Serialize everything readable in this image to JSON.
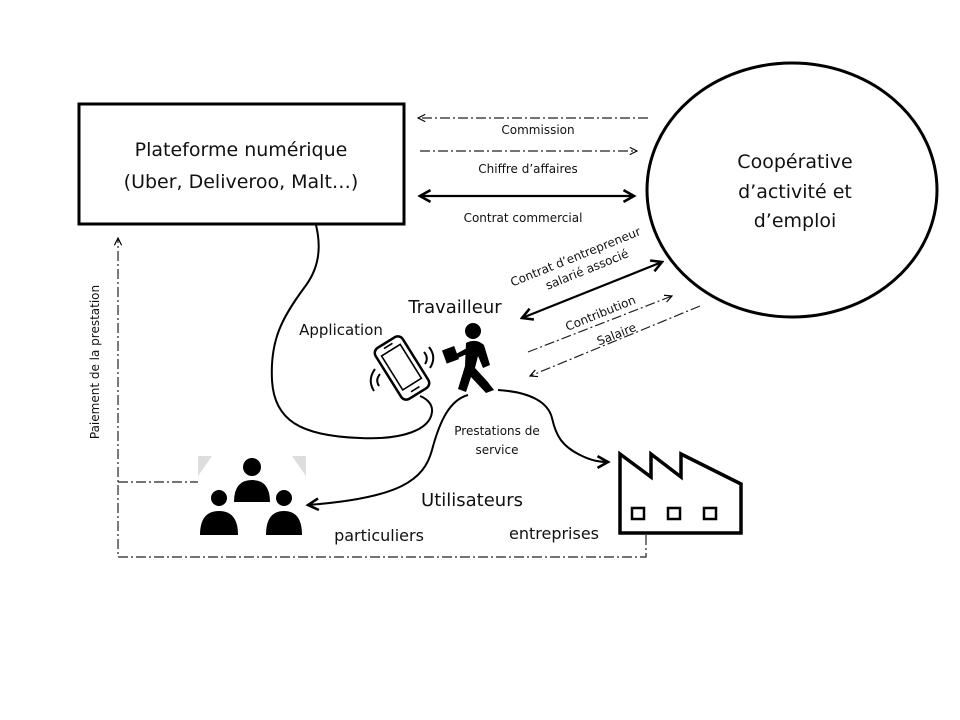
{
  "diagram": {
    "nodes": {
      "platform": {
        "title": "Plateforme numérique",
        "subtitle": "(Uber, Deliveroo, Malt…)"
      },
      "cooperative": {
        "line1": "Coopérative",
        "line2": "d’activité et",
        "line3": "d’emploi"
      },
      "worker": {
        "label": "Travailleur"
      },
      "users": {
        "label": "Utilisateurs"
      },
      "individuals": {
        "label": "particuliers"
      },
      "companies": {
        "label": "entreprises"
      }
    },
    "flows": {
      "commission": {
        "label": "Commission",
        "style": "dash-dot",
        "direction": "cooperative-to-platform"
      },
      "turnover": {
        "label": "Chiffre d’affaires",
        "style": "dash-dot",
        "direction": "platform-to-cooperative"
      },
      "commercial_contract": {
        "label": "Contrat commercial",
        "style": "solid",
        "direction": "bidirectional"
      },
      "entrepreneur_contract": {
        "line1": "Contrat d’entrepreneur",
        "line2": "salarié associé",
        "style": "solid",
        "direction": "bidirectional"
      },
      "contribution": {
        "label": "Contribution",
        "style": "dash-dot",
        "direction": "worker-to-cooperative"
      },
      "salary": {
        "label": "Salaire",
        "style": "dash-dot",
        "direction": "cooperative-to-worker"
      },
      "application": {
        "label": "Application",
        "style": "solid"
      },
      "services": {
        "line1": "Prestations de",
        "line2": "service",
        "style": "solid"
      },
      "payment": {
        "label": "Paiement de la prestation",
        "style": "dash-dot",
        "direction": "users-to-platform"
      }
    },
    "icons": [
      "smartphone-icon",
      "walking-worker-icon",
      "users-group-icon",
      "factory-icon"
    ]
  }
}
